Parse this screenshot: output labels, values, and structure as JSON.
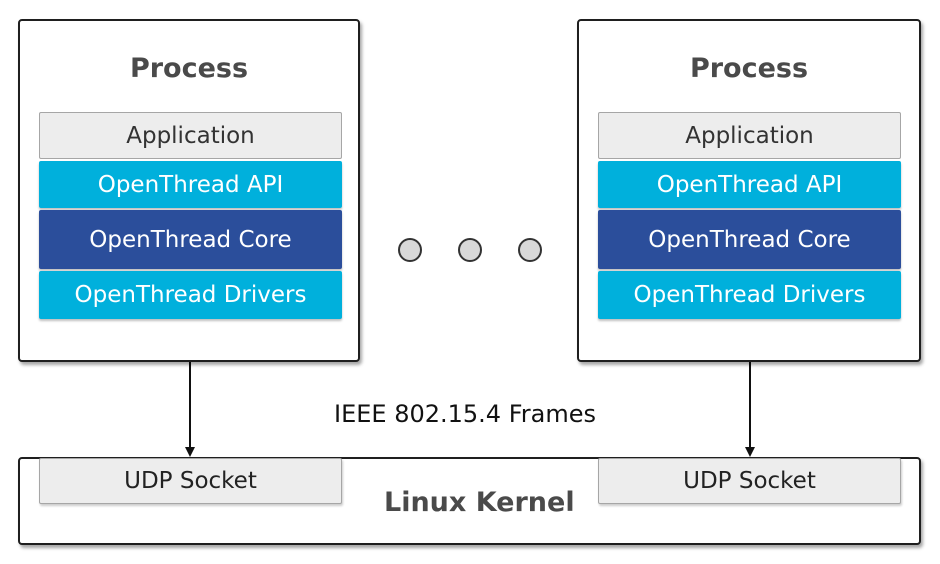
{
  "processes": [
    {
      "title": "Process",
      "layers": {
        "application": "Application",
        "api": "OpenThread API",
        "core": "OpenThread Core",
        "drivers": "OpenThread Drivers"
      }
    },
    {
      "title": "Process",
      "layers": {
        "application": "Application",
        "api": "OpenThread API",
        "core": "OpenThread Core",
        "drivers": "OpenThread Drivers"
      }
    }
  ],
  "link_label": "IEEE 802.15.4 Frames",
  "kernel": {
    "label": "Linux Kernel",
    "sockets": [
      "UDP Socket",
      "UDP Socket"
    ]
  },
  "colors": {
    "application": "#ededed",
    "api": "#00b0dc",
    "core": "#2b4e9b",
    "drivers": "#00b0dc",
    "socket": "#ededed"
  }
}
